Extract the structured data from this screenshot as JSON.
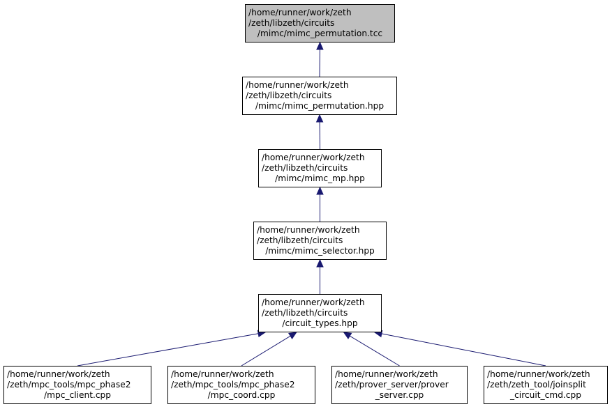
{
  "graph": {
    "node_fill": "#ffffff",
    "root_fill": "#bfbfbf",
    "edge_color": "#191970",
    "nodes": [
      {
        "id": "n0",
        "lines": [
          "/home/runner/work/zeth",
          "/zeth/libzeth/circuits",
          "/mimc/mimc_permutation.tcc"
        ],
        "root": true
      },
      {
        "id": "n1",
        "lines": [
          "/home/runner/work/zeth",
          "/zeth/libzeth/circuits",
          "/mimc/mimc_permutation.hpp"
        ]
      },
      {
        "id": "n2",
        "lines": [
          "/home/runner/work/zeth",
          "/zeth/libzeth/circuits",
          "/mimc/mimc_mp.hpp"
        ]
      },
      {
        "id": "n3",
        "lines": [
          "/home/runner/work/zeth",
          "/zeth/libzeth/circuits",
          "/mimc/mimc_selector.hpp"
        ]
      },
      {
        "id": "n4",
        "lines": [
          "/home/runner/work/zeth",
          "/zeth/libzeth/circuits",
          "/circuit_types.hpp"
        ]
      },
      {
        "id": "n5",
        "lines": [
          "/home/runner/work/zeth",
          "/zeth/mpc_tools/mpc_phase2",
          "/mpc_client.cpp"
        ]
      },
      {
        "id": "n6",
        "lines": [
          "/home/runner/work/zeth",
          "/zeth/mpc_tools/mpc_phase2",
          "/mpc_coord.cpp"
        ]
      },
      {
        "id": "n7",
        "lines": [
          "/home/runner/work/zeth",
          "/zeth/prover_server/prover",
          "_server.cpp"
        ]
      },
      {
        "id": "n8",
        "lines": [
          "/home/runner/work/zeth",
          "/zeth/zeth_tool/joinsplit",
          "_circuit_cmd.cpp"
        ]
      }
    ],
    "edges": [
      {
        "from": "n1",
        "to": "n0"
      },
      {
        "from": "n2",
        "to": "n1"
      },
      {
        "from": "n3",
        "to": "n2"
      },
      {
        "from": "n4",
        "to": "n3"
      },
      {
        "from": "n5",
        "to": "n4"
      },
      {
        "from": "n6",
        "to": "n4"
      },
      {
        "from": "n7",
        "to": "n4"
      },
      {
        "from": "n8",
        "to": "n4"
      }
    ]
  }
}
